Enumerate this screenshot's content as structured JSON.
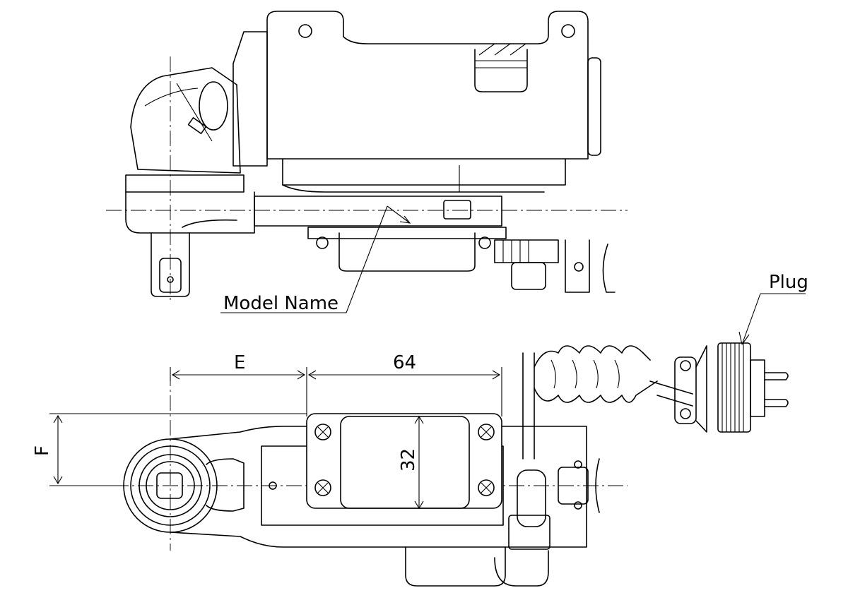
{
  "labels": {
    "model_name": "Model Name",
    "plug": "Plug"
  },
  "dimensions": {
    "e": "E",
    "width_64": "64",
    "height_32": "32",
    "f": "F"
  }
}
